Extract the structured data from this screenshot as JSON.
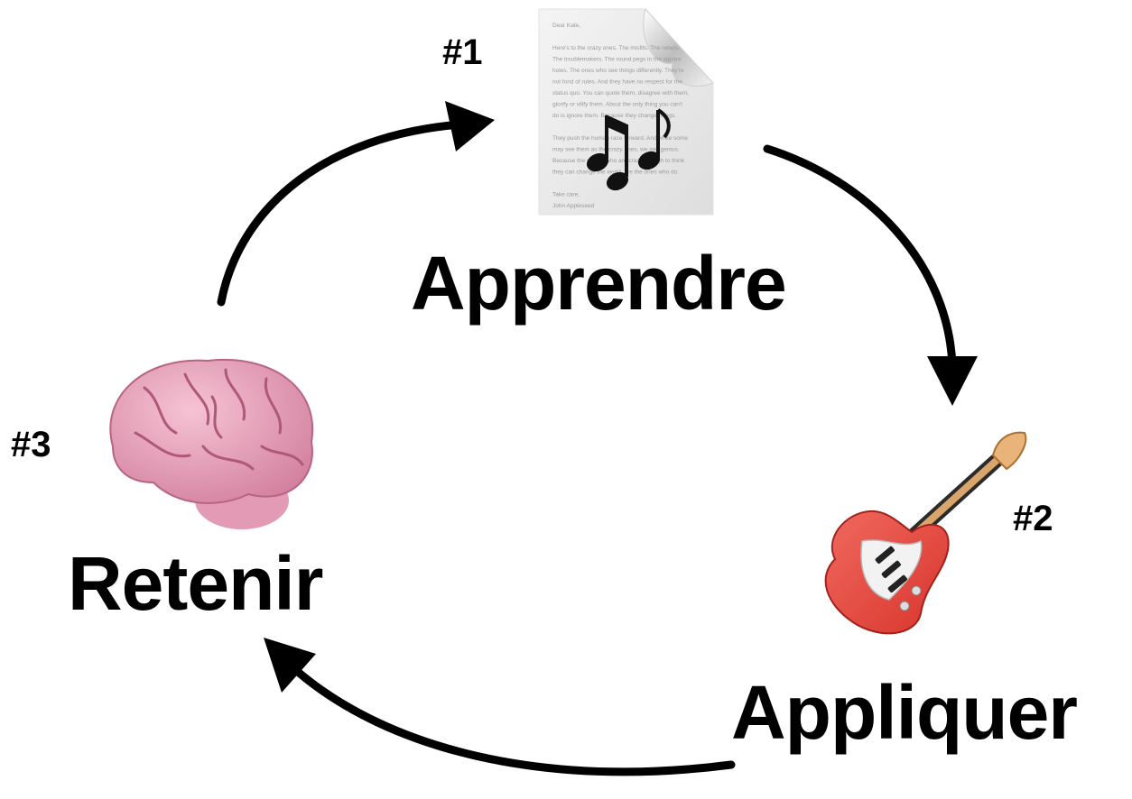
{
  "steps": [
    {
      "number": "#1",
      "label": "Apprendre",
      "icon": "sheet-music-icon"
    },
    {
      "number": "#2",
      "label": "Appliquer",
      "icon": "electric-guitar-icon"
    },
    {
      "number": "#3",
      "label": "Retenir",
      "icon": "brain-icon"
    }
  ],
  "sheet": {
    "greeting": "Dear Kate,",
    "body_lines": [
      "Here's to the crazy ones. The misfits. The rebels.",
      "The troublemakers. The round pegs in the square",
      "holes. The ones who see things differently. They're",
      "not fond of rules. And they have no respect for the",
      "status quo. You can quote them, disagree with them,",
      "glorify or vilify them. About the only thing you can't",
      "do is ignore them. Because they change things.",
      "",
      "They push the human race forward. And while some",
      "may see them as the crazy ones, we see genius.",
      "Because the people who are crazy enough to think",
      "they can change the world, are the ones who do.",
      "",
      "Take care,",
      "John Appleseed"
    ]
  },
  "colors": {
    "arrow": "#000000",
    "brain": "#e59ab3",
    "guitar_body": "#e8473f"
  }
}
